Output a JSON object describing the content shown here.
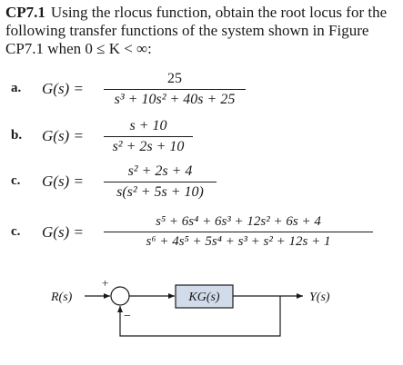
{
  "problem": {
    "id": "CP7.1",
    "statement": "Using the rlocus function, obtain the root locus for the following transfer functions of the system shown in Figure CP7.1 when 0 ≤ K < ∞:"
  },
  "transfer_functions": [
    {
      "label": "a.",
      "lhs": "G(s) =",
      "numerator": "25",
      "denominator": "s³ + 10s² + 40s + 25"
    },
    {
      "label": "b.",
      "lhs": "G(s) =",
      "numerator": "s + 10",
      "denominator": "s² + 2s + 10"
    },
    {
      "label": "c.",
      "lhs": "G(s) =",
      "numerator": "s² + 2s + 4",
      "denominator": "s(s² + 5s + 10)"
    },
    {
      "label": "c.",
      "lhs": "G(s) =",
      "numerator": "s⁵ + 6s⁴ + 6s³ + 12s² + 6s + 4",
      "denominator": "s⁶ + 4s⁵ + 5s⁴ + s³ + s² + 12s + 1"
    }
  ],
  "diagram": {
    "input": "R(s)",
    "output": "Y(s)",
    "block": "KG(s)",
    "plus_sign": "+",
    "minus_sign": "−",
    "block_fill": "#d2dbe9"
  }
}
